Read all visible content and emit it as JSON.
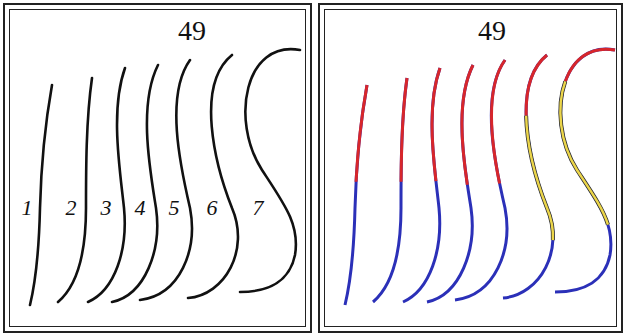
{
  "diagram": {
    "nodes": [
      {
        "text": [
          "49"
        ]
      },
      {
        "text": [
          "49"
        ]
      }
    ],
    "labels": [
      "1",
      "2",
      "3",
      "4",
      "5",
      "6",
      "7"
    ]
  }
}
